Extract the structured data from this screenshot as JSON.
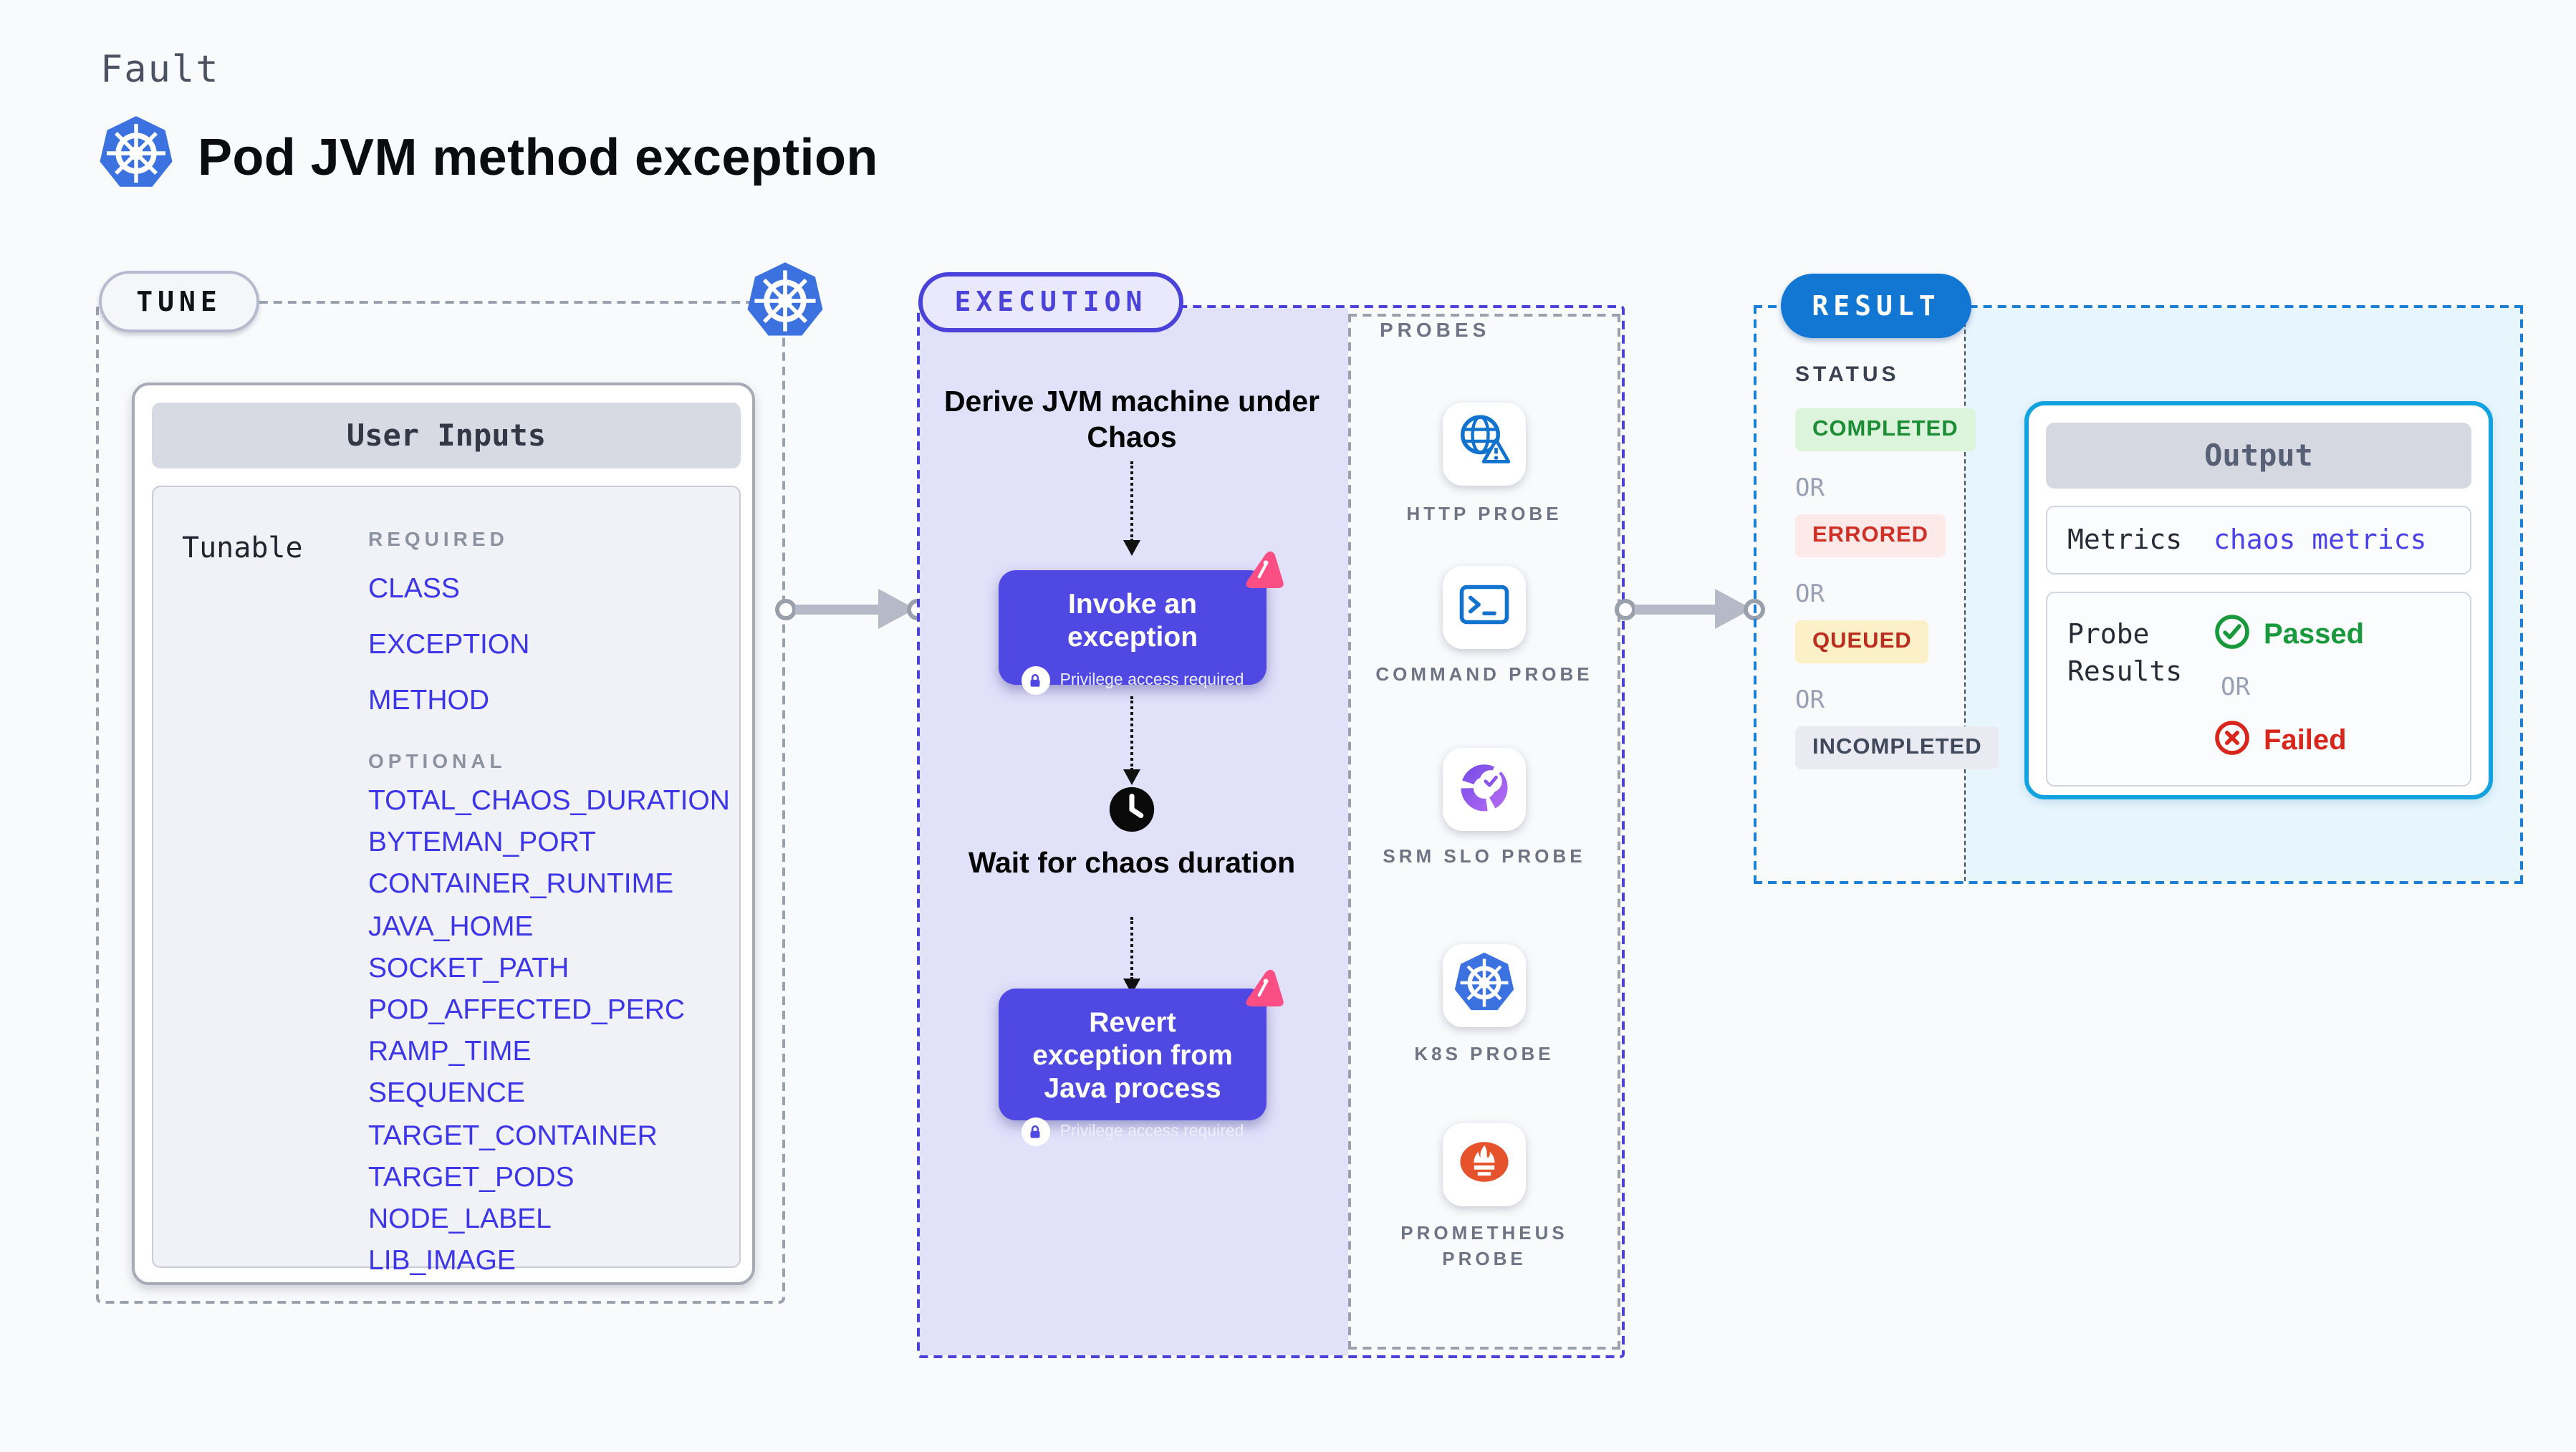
{
  "header": {
    "kicker": "Fault",
    "title": "Pod JVM method exception"
  },
  "tune": {
    "pill": "TUNE",
    "card_title": "User Inputs",
    "row_label": "Tunable",
    "required_label": "REQUIRED",
    "optional_label": "OPTIONAL",
    "required_items": [
      "CLASS",
      "EXCEPTION",
      "METHOD"
    ],
    "optional_items": [
      "TOTAL_CHAOS_DURATION",
      "BYTEMAN_PORT",
      "CONTAINER_RUNTIME",
      "JAVA_HOME",
      "SOCKET_PATH",
      "POD_AFFECTED_PERC",
      "RAMP_TIME",
      "SEQUENCE",
      "TARGET_CONTAINER",
      "TARGET_PODS",
      "NODE_LABEL",
      "LIB_IMAGE"
    ]
  },
  "execution": {
    "pill": "EXECUTION",
    "derive_text": "Derive JVM machine under Chaos",
    "invoke_title": "Invoke an exception",
    "invoke_note": "Privilege access required",
    "wait_text": "Wait for chaos duration",
    "revert_title": "Revert exception from Java process",
    "revert_note": "Privilege access required"
  },
  "probes": {
    "label": "PROBES",
    "items": [
      {
        "name": "HTTP PROBE"
      },
      {
        "name": "COMMAND PROBE"
      },
      {
        "name": "SRM SLO PROBE"
      },
      {
        "name": "K8S PROBE"
      },
      {
        "name": "PROMETHEUS PROBE"
      }
    ]
  },
  "result": {
    "pill": "RESULT",
    "status_label": "STATUS",
    "or_label": "OR",
    "statuses": [
      {
        "label": "COMPLETED",
        "bg": "#dcf3dc",
        "color": "#1c8c35"
      },
      {
        "label": "ERRORED",
        "bg": "#fdeae8",
        "color": "#cf2f24"
      },
      {
        "label": "QUEUED",
        "bg": "#fcf0c9",
        "color": "#bb2e1f"
      },
      {
        "label": "INCOMPLETED",
        "bg": "#eaebf2",
        "color": "#40485c"
      }
    ],
    "output": {
      "title": "Output",
      "metrics_label": "Metrics",
      "metrics_value": "chaos metrics",
      "probe_label": "Probe Results",
      "passed": "Passed",
      "or": "OR",
      "failed": "Failed"
    }
  },
  "colors": {
    "indigo": "#4f48e2",
    "indigo_dash": "#4a42d9",
    "result_blue": "#1277d3",
    "output_border": "#12a2df",
    "lavender": "#e2e1fa",
    "k8s_blue": "#3b72e0",
    "prometheus_orange": "#e6522c",
    "litmus_pink": "#fb4e85"
  }
}
